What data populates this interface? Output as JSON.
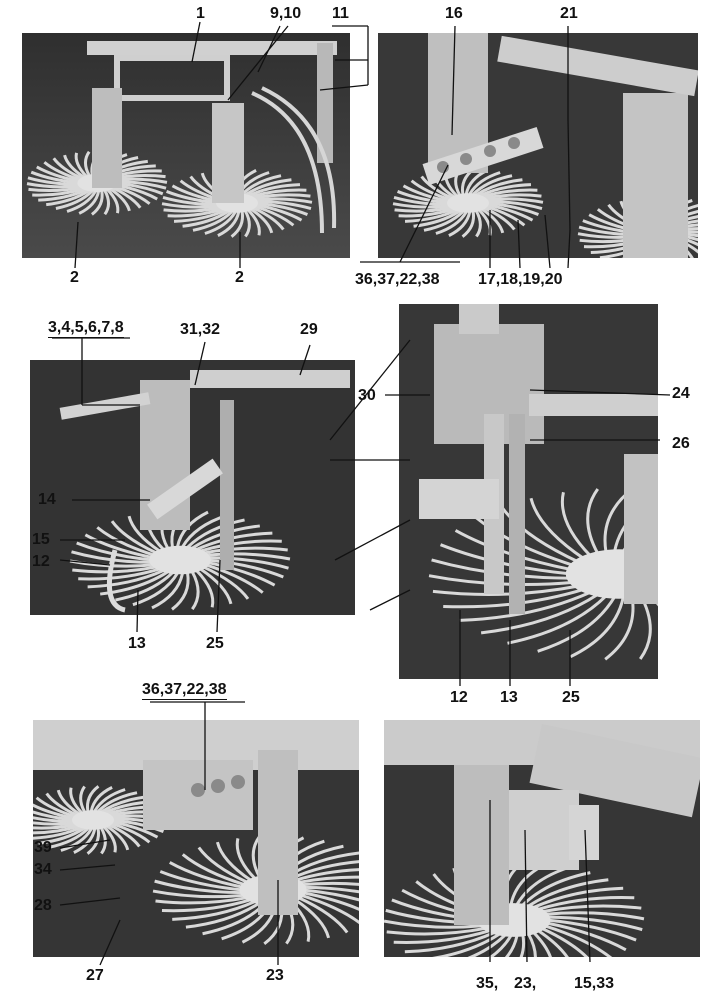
{
  "figure": {
    "photos": [
      {
        "id": "photo-top-left",
        "description_icon": "rake-wheels-overview"
      },
      {
        "id": "photo-top-right",
        "description_icon": "tine-clamp-closeup"
      },
      {
        "id": "photo-mid-left",
        "description_icon": "frame-adjustment-side"
      },
      {
        "id": "photo-mid-right",
        "description_icon": "stand-bracket-closeup"
      },
      {
        "id": "photo-bottom-left",
        "description_icon": "hub-bolts-closeup"
      },
      {
        "id": "photo-bottom-right",
        "description_icon": "bracket-rear-closeup"
      }
    ],
    "labels": {
      "l1": "1",
      "l9_10": "9,10",
      "l11": "11",
      "l2a": "2",
      "l2b": "2",
      "l16": "16",
      "l21": "21",
      "l36_top": "36,37,22,38",
      "l17_20": "17,18,19,20",
      "l3_8": "3,4,5,6,7,8",
      "l31_32": "31,32",
      "l29": "29",
      "l30": "30",
      "l24": "24",
      "l26": "26",
      "l14": "14",
      "l15": "15",
      "l12a": "12",
      "l13a": "13",
      "l25a": "25",
      "l12b": "12",
      "l13b": "13",
      "l25b": "25",
      "l36_bottom": "36,37,22,38",
      "l39": "39",
      "l34": "34",
      "l28": "28",
      "l27": "27",
      "l23a": "23",
      "l35": "35,",
      "l23b": "23,",
      "l15_33": "15,33"
    }
  }
}
